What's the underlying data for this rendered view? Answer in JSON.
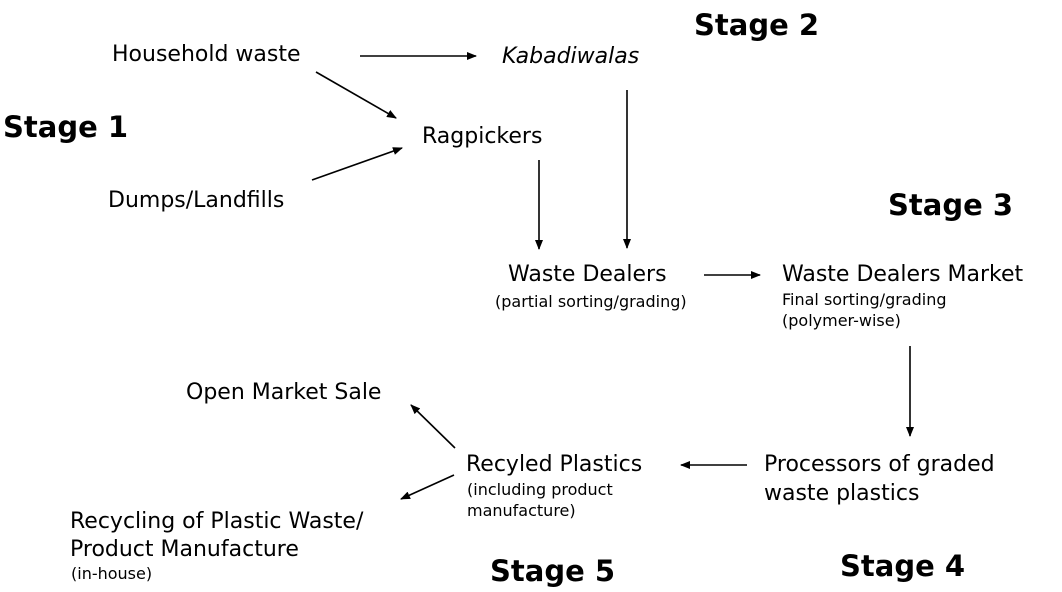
{
  "stages": {
    "s1": "Stage 1",
    "s2": "Stage 2",
    "s3": "Stage 3",
    "s4": "Stage 4",
    "s5": "Stage 5"
  },
  "nodes": {
    "household_waste": "Household waste",
    "kabadiwalas": "Kabadiwalas",
    "ragpickers": "Ragpickers",
    "dumps_landfills": "Dumps/Landfills",
    "waste_dealers": "Waste Dealers",
    "waste_dealers_note": "(partial sorting/grading)",
    "waste_dealers_market": "Waste Dealers Market",
    "market_note_1": "Final sorting/grading",
    "market_note_2": "(polymer-wise)",
    "processors_1": "Processors of graded",
    "processors_2": "waste plastics",
    "recycled_plastics": "Recyled Plastics",
    "recycled_note_1": "(including product",
    "recycled_note_2": "manufacture)",
    "open_market_sale": "Open Market Sale",
    "recycling_1": "Recycling of Plastic Waste/",
    "recycling_2": "Product Manufacture",
    "recycling_note": "(in-house)"
  },
  "colors": {
    "text": "#000000",
    "arrow": "#000000",
    "background": "#ffffff"
  }
}
